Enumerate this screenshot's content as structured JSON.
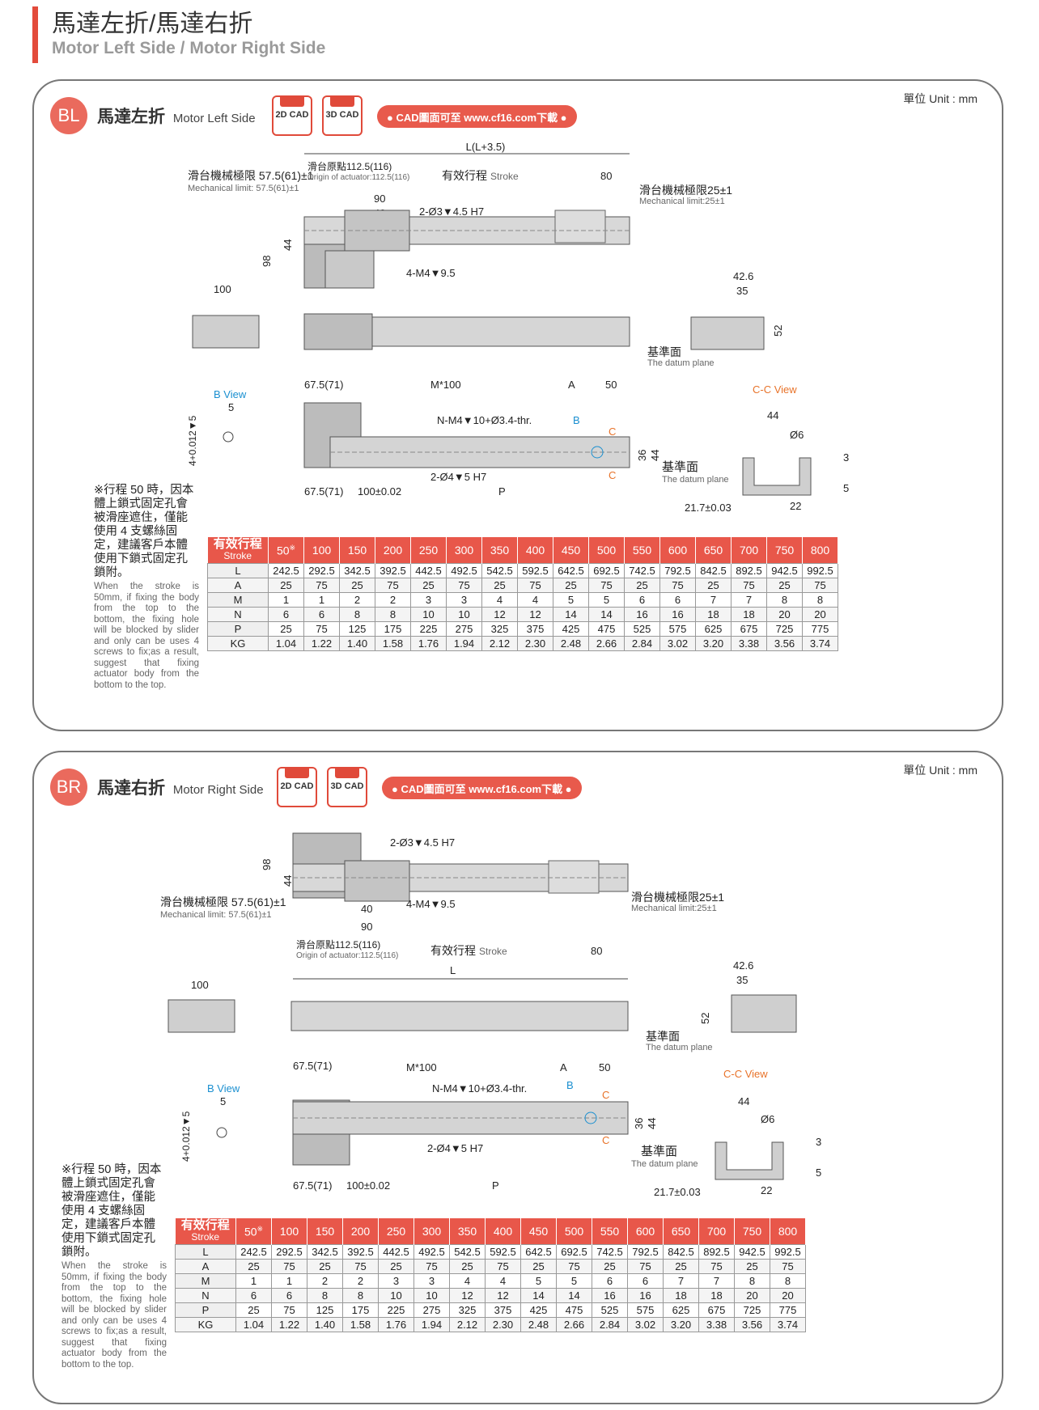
{
  "header": {
    "title": "馬達左折/馬達右折",
    "subtitle": "Motor Left Side / Motor Right Side"
  },
  "colors": {
    "accent": "#e8574a",
    "link": "#1a8fd0"
  },
  "common": {
    "unit": "單位 Unit : mm",
    "cad2d": "2D CAD",
    "cad3d": "3D CAD",
    "cad_link": "● CAD圖面可至 www.cf16.com下載 ●",
    "note_zh": "※行程 50 時，因本體上鎖式固定孔會被滑座遮住，僅能使用 4 支螺絲固定，建議客戶本體使用下鎖式固定孔鎖附。",
    "note_en": "When the stroke is 50mm, if fixing the body from the top to the bottom, the fixing hole will be blocked by slider and only can be uses 4 screws to fix;as a result, suggest that fixing actuator body from the bottom to the top.",
    "dims": {
      "mech_limit_left_zh": "滑台機械極限 57.5(61)±1",
      "mech_limit_left_en": "Mechanical limit: 57.5(61)±1",
      "mech_limit_right_zh": "滑台機械極限25±1",
      "mech_limit_right_en": "Mechanical limit:25±1",
      "origin_zh": "滑台原點112.5(116)",
      "origin_en": "Origin of actuator:112.5(116)",
      "stroke_zh": "有效行程",
      "stroke_en": "Stroke",
      "d80": "80",
      "d90": "90",
      "d40": "40",
      "d44": "44",
      "d98": "98",
      "d100": "100",
      "d42_6": "42.6",
      "d35": "35",
      "d52": "52",
      "h7": "2-Ø3▼4.5 H7",
      "m4": "4-M4▼9.5",
      "datum_zh": "基準面",
      "datum_en": "The datum plane",
      "d67": "67.5(71)",
      "m100": "M*100",
      "A": "A",
      "d50": "50",
      "nm4": "N-M4▼10+Ø3.4-thr.",
      "B": "B",
      "C": "C",
      "d36": "36",
      "h7b": "2-Ø4▼5 H7",
      "d100pm": "100±0.02",
      "P": "P",
      "bview": "B View",
      "d5": "5",
      "tol": "4+0.012▼5",
      "ccview": "C-C View",
      "d6": "Ø6",
      "d3": "3",
      "d5b": "5",
      "d21": "21.7±0.03",
      "d22": "22",
      "L": "L",
      "L35": "L(L+3.5)"
    },
    "table": {
      "head_zh": "有效行程",
      "head_en": "Stroke",
      "strokes": [
        "50",
        "100",
        "150",
        "200",
        "250",
        "300",
        "350",
        "400",
        "450",
        "500",
        "550",
        "600",
        "650",
        "700",
        "750",
        "800"
      ],
      "star": "※",
      "rows": [
        {
          "label": "L",
          "values": [
            "242.5",
            "292.5",
            "342.5",
            "392.5",
            "442.5",
            "492.5",
            "542.5",
            "592.5",
            "642.5",
            "692.5",
            "742.5",
            "792.5",
            "842.5",
            "892.5",
            "942.5",
            "992.5"
          ]
        },
        {
          "label": "A",
          "values": [
            "25",
            "75",
            "25",
            "75",
            "25",
            "75",
            "25",
            "75",
            "25",
            "75",
            "25",
            "75",
            "25",
            "75",
            "25",
            "75"
          ]
        },
        {
          "label": "M",
          "values": [
            "1",
            "1",
            "2",
            "2",
            "3",
            "3",
            "4",
            "4",
            "5",
            "5",
            "6",
            "6",
            "7",
            "7",
            "8",
            "8"
          ]
        },
        {
          "label": "N",
          "values": [
            "6",
            "6",
            "8",
            "8",
            "10",
            "10",
            "12",
            "12",
            "14",
            "14",
            "16",
            "16",
            "18",
            "18",
            "20",
            "20"
          ]
        },
        {
          "label": "P",
          "values": [
            "25",
            "75",
            "125",
            "175",
            "225",
            "275",
            "325",
            "375",
            "425",
            "475",
            "525",
            "575",
            "625",
            "675",
            "725",
            "775"
          ]
        },
        {
          "label": "KG",
          "values": [
            "1.04",
            "1.22",
            "1.40",
            "1.58",
            "1.76",
            "1.94",
            "2.12",
            "2.30",
            "2.48",
            "2.66",
            "2.84",
            "3.02",
            "3.20",
            "3.38",
            "3.56",
            "3.74"
          ]
        }
      ]
    }
  },
  "panel_bl": {
    "badge": "BL",
    "title_zh": "馬達左折",
    "title_en": "Motor Left Side"
  },
  "panel_br": {
    "badge": "BR",
    "title_zh": "馬達右折",
    "title_en": "Motor Right Side"
  }
}
